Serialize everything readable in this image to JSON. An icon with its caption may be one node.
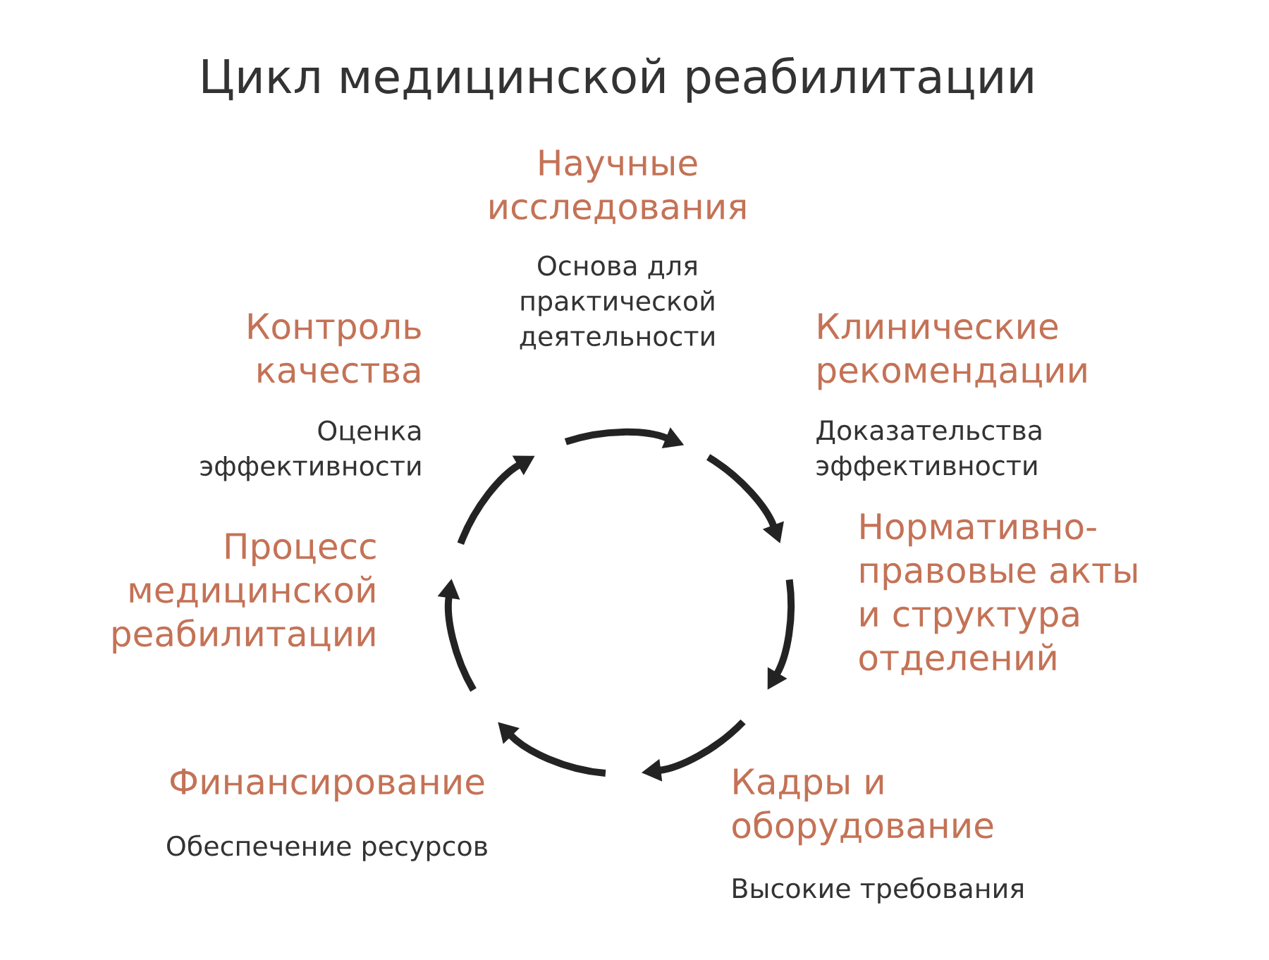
{
  "diagram": {
    "title": "Цикл медицинской реабилитации",
    "nodes": [
      {
        "text": [
          "Научные исследования",
          "Основа для практической деятельности"
        ]
      },
      {
        "text": [
          "Клинические рекомендации",
          "Доказательства эффективности"
        ]
      },
      {
        "text": [
          "Нормативно-правовые акты и структура отделений"
        ]
      },
      {
        "text": [
          "Кадры и оборудование",
          "Высокие требования"
        ]
      },
      {
        "text": [
          "Финансирование",
          "Обеспечение ресурсов"
        ]
      },
      {
        "text": [
          "Процесс медицинской реабилитации"
        ]
      },
      {
        "text": [
          "Контроль качества",
          "Оценка эффективности"
        ]
      }
    ]
  }
}
